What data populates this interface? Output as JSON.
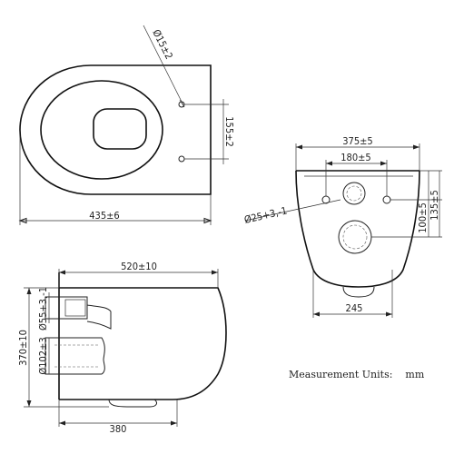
{
  "dimensions": {
    "top_length": "435±6",
    "top_hole_spacing": "155±2",
    "top_hole_dia": "Ø15±2",
    "front_width": "375±5",
    "front_bolt_spacing": "180±5",
    "front_hole_height_1": "100±5",
    "front_hole_height_2": "135±5",
    "front_outlet_dia": "Ø25+3,-1",
    "front_base_width": "245",
    "side_length": "520±10",
    "side_height": "370±10",
    "side_inlet_dia": "Ø55+3,-1",
    "side_outlet_dia": "Ø102±3",
    "side_base_length": "380"
  },
  "note": "Measurement Units:    mm"
}
